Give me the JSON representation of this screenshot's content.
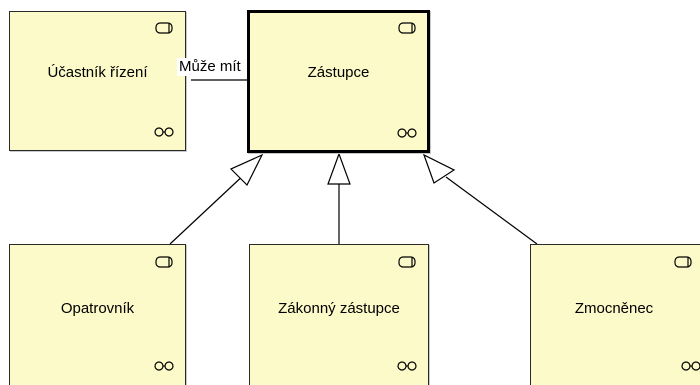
{
  "nodes": {
    "ucastnik": {
      "label": "Účastník řízení"
    },
    "zastupce": {
      "label": "Zástupce"
    },
    "opatrovnik": {
      "label": "Opatrovník"
    },
    "zakonny": {
      "label": "Zákonný zástupce"
    },
    "zmocnenec": {
      "label": "Zmocněnec"
    }
  },
  "edges": {
    "association": {
      "label": "Může mít"
    }
  },
  "colors": {
    "node_fill": "#fbfac8",
    "node_border": "#2a2a2a",
    "selected_border": "#000000",
    "line": "#000000"
  },
  "icons": {
    "role_icon": "role-cylinder-icon",
    "collaboration_icon": "collaboration-rings-icon"
  }
}
